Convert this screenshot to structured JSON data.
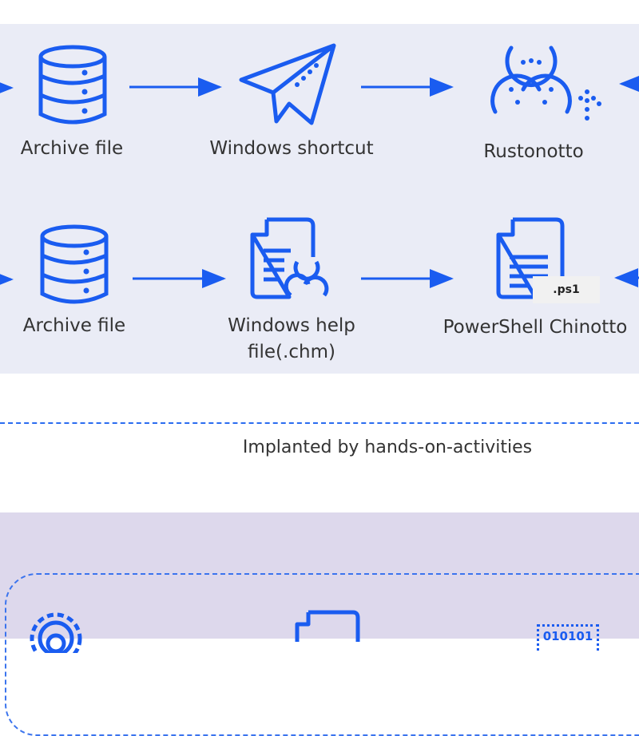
{
  "row1": [
    {
      "label": "Archive file",
      "icon": "database-icon"
    },
    {
      "label": "Windows shortcut",
      "icon": "paper-plane-icon"
    },
    {
      "label": "Rustonotto",
      "icon": "biohazard-icon"
    }
  ],
  "row2": [
    {
      "label": "Archive file",
      "icon": "database-icon"
    },
    {
      "label": "Windows help file(.chm)",
      "icon": "biohazard-document-icon"
    },
    {
      "label": "PowerShell Chinotto",
      "icon": "document-icon",
      "badge": ".ps1"
    }
  ],
  "note": "Implanted by hands-on-activities",
  "bottom": {
    "binary_text": "010101"
  },
  "colors": {
    "accent": "#1a5cf0",
    "top_panel": "#eaecf6",
    "bottom_panel": "#ddd8ec"
  }
}
